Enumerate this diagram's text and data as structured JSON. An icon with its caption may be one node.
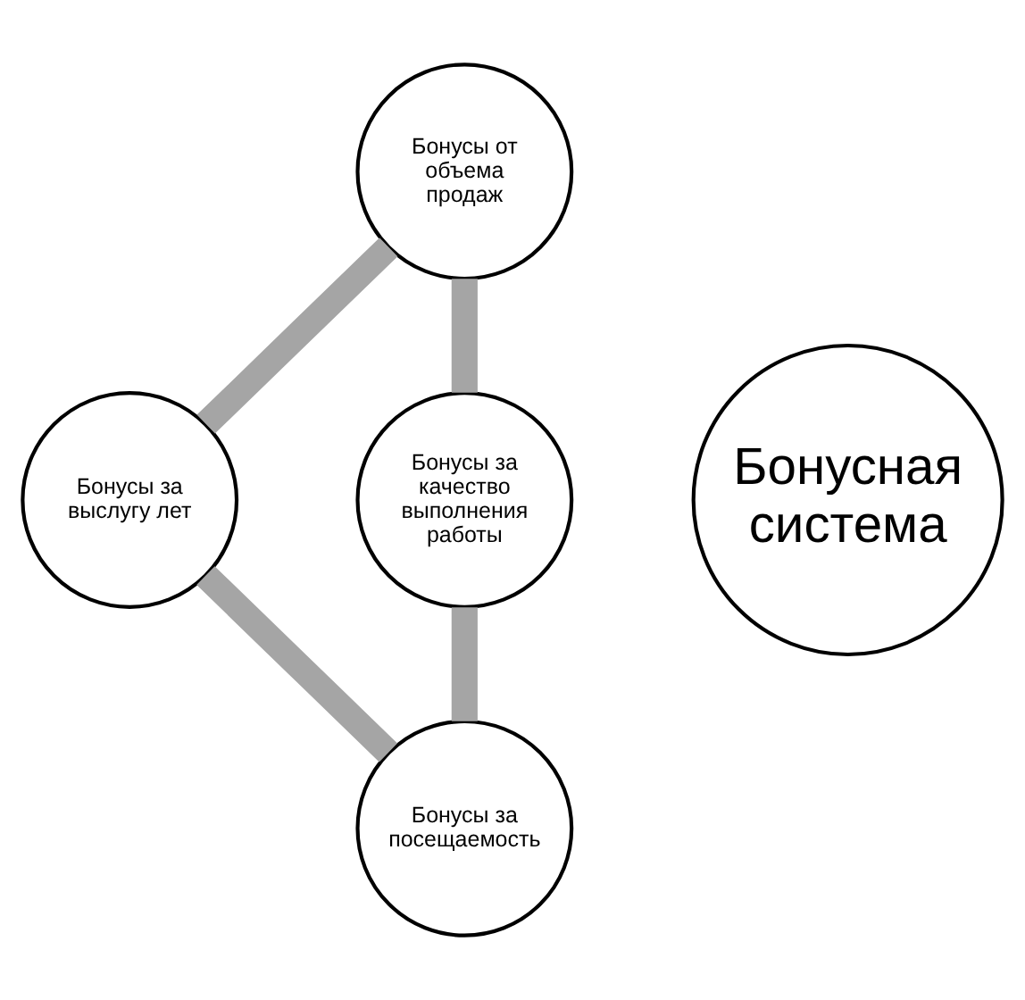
{
  "diagram": {
    "nodes": [
      {
        "text": [
          "Бонусы от объема продаж"
        ]
      },
      {
        "text": [
          "Бонусы за выслугу лет"
        ]
      },
      {
        "text": [
          "Бонусная система"
        ]
      },
      {
        "text": [
          "Бонусы за качество выполнения работы"
        ]
      },
      {
        "text": [
          "Бонусы за посещаемость"
        ]
      }
    ],
    "edges": [
      {
        "from": 0,
        "to": 3,
        "arrow": "none"
      },
      {
        "from": 3,
        "to": 4,
        "arrow": "none"
      },
      {
        "from": 4,
        "to": 1,
        "arrow": "none"
      },
      {
        "from": 1,
        "to": 0,
        "arrow": "none"
      }
    ]
  }
}
